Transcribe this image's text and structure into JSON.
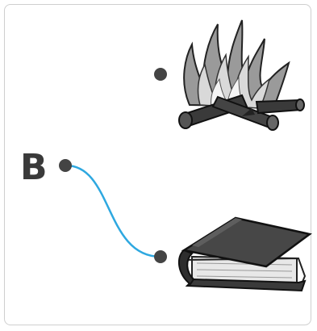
{
  "matching": {
    "left_label": "B",
    "targets": [
      {
        "name": "campfire",
        "icon": "campfire-icon"
      },
      {
        "name": "book",
        "icon": "book-icon"
      }
    ],
    "connection": {
      "from": "B",
      "to": "book"
    },
    "line_color": "#2ea8e0"
  }
}
